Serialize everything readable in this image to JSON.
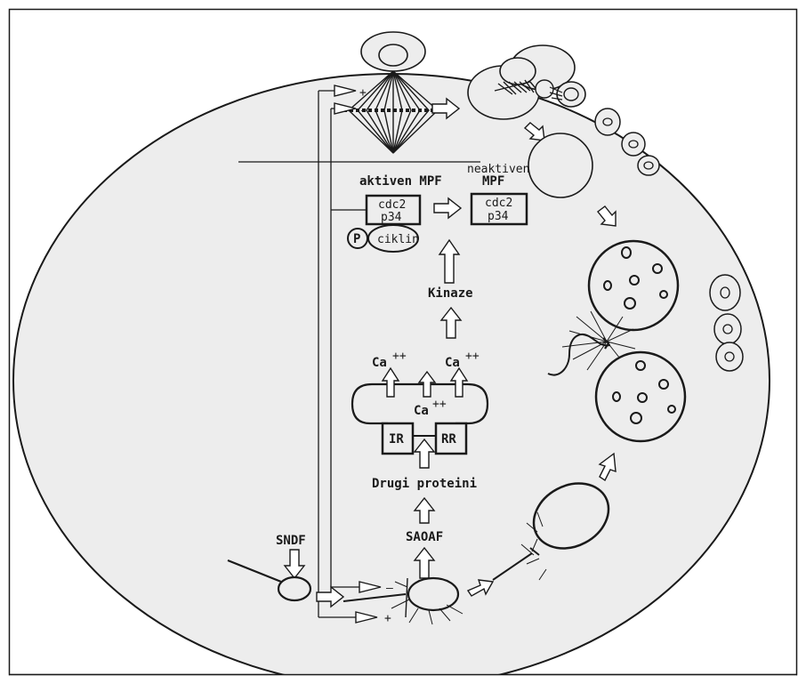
{
  "labels": {
    "aktiven_mpf": "aktiven MPF",
    "neaktiven": "neaktiven",
    "mpf": "MPF",
    "cdc2_left": "cdc2",
    "p34_left": "p34",
    "cdc2_right": "cdc2",
    "p34_right": "p34",
    "p": "P",
    "ciklin": "ciklin",
    "kinaze": "Kinaze",
    "ca_left": "Ca",
    "ca_right": "Ca",
    "ca_center": "Ca",
    "plusplus": "++",
    "ir": "IR",
    "rr": "RR",
    "drugi_proteini": "Drugi proteini",
    "saoaf": "SAOAF",
    "sndf": "SNDF",
    "plus_top": "+",
    "minus_top": "-",
    "minus_bottom": "–",
    "plus_bottom": "+"
  }
}
